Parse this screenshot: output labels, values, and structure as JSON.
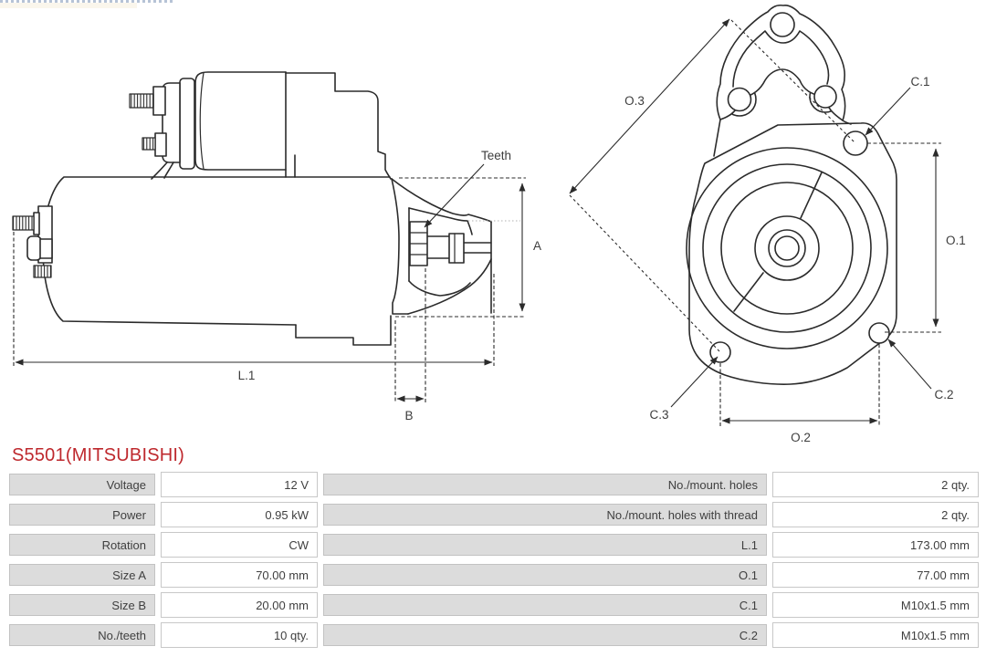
{
  "title": {
    "text": "S5501(MITSUBISHI)",
    "color": "#be282d"
  },
  "drawing_labels": {
    "side_view": {
      "teeth": "Teeth",
      "a": "A",
      "l1": "L.1",
      "b": "B"
    },
    "front_view": {
      "o3": "O.3",
      "c1": "C.1",
      "o1": "O.1",
      "c2": "C.2",
      "c3": "C.3",
      "o2": "O.2"
    }
  },
  "spec_table": {
    "rows": [
      {
        "l1": "Voltage",
        "v1": "12 V",
        "l2": "No./mount. holes",
        "v2": "2 qty."
      },
      {
        "l1": "Power",
        "v1": "0.95 kW",
        "l2": "No./mount. holes with thread",
        "v2": "2 qty."
      },
      {
        "l1": "Rotation",
        "v1": "CW",
        "l2": "L.1",
        "v2": "173.00 mm"
      },
      {
        "l1": "Size A",
        "v1": "70.00 mm",
        "l2": "O.1",
        "v2": "77.00 mm"
      },
      {
        "l1": "Size B",
        "v1": "20.00 mm",
        "l2": "C.1",
        "v2": "M10x1.5 mm"
      },
      {
        "l1": "No./teeth",
        "v1": "10 qty.",
        "l2": "C.2",
        "v2": "M10x1.5 mm"
      }
    ]
  },
  "style": {
    "line_color": "#2b2b2b",
    "label_text_color": "#3d3d3d",
    "table": {
      "label_bg": "#dcdcdc",
      "value_bg": "#ffffff",
      "border": "#c8c8c8",
      "text": "#3f3f3f"
    }
  }
}
